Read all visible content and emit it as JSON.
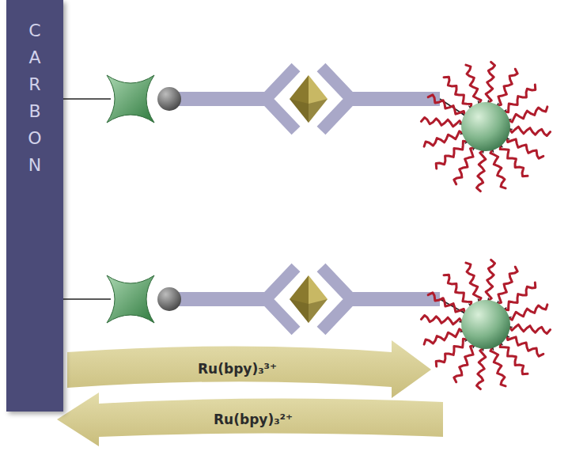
{
  "diagram": {
    "nodes": [
      {
        "text": [
          "CARBON"
        ]
      }
    ],
    "labels": [
      "Ru(bpy)₃³⁺",
      "Ru(bpy)₃²⁺"
    ]
  }
}
